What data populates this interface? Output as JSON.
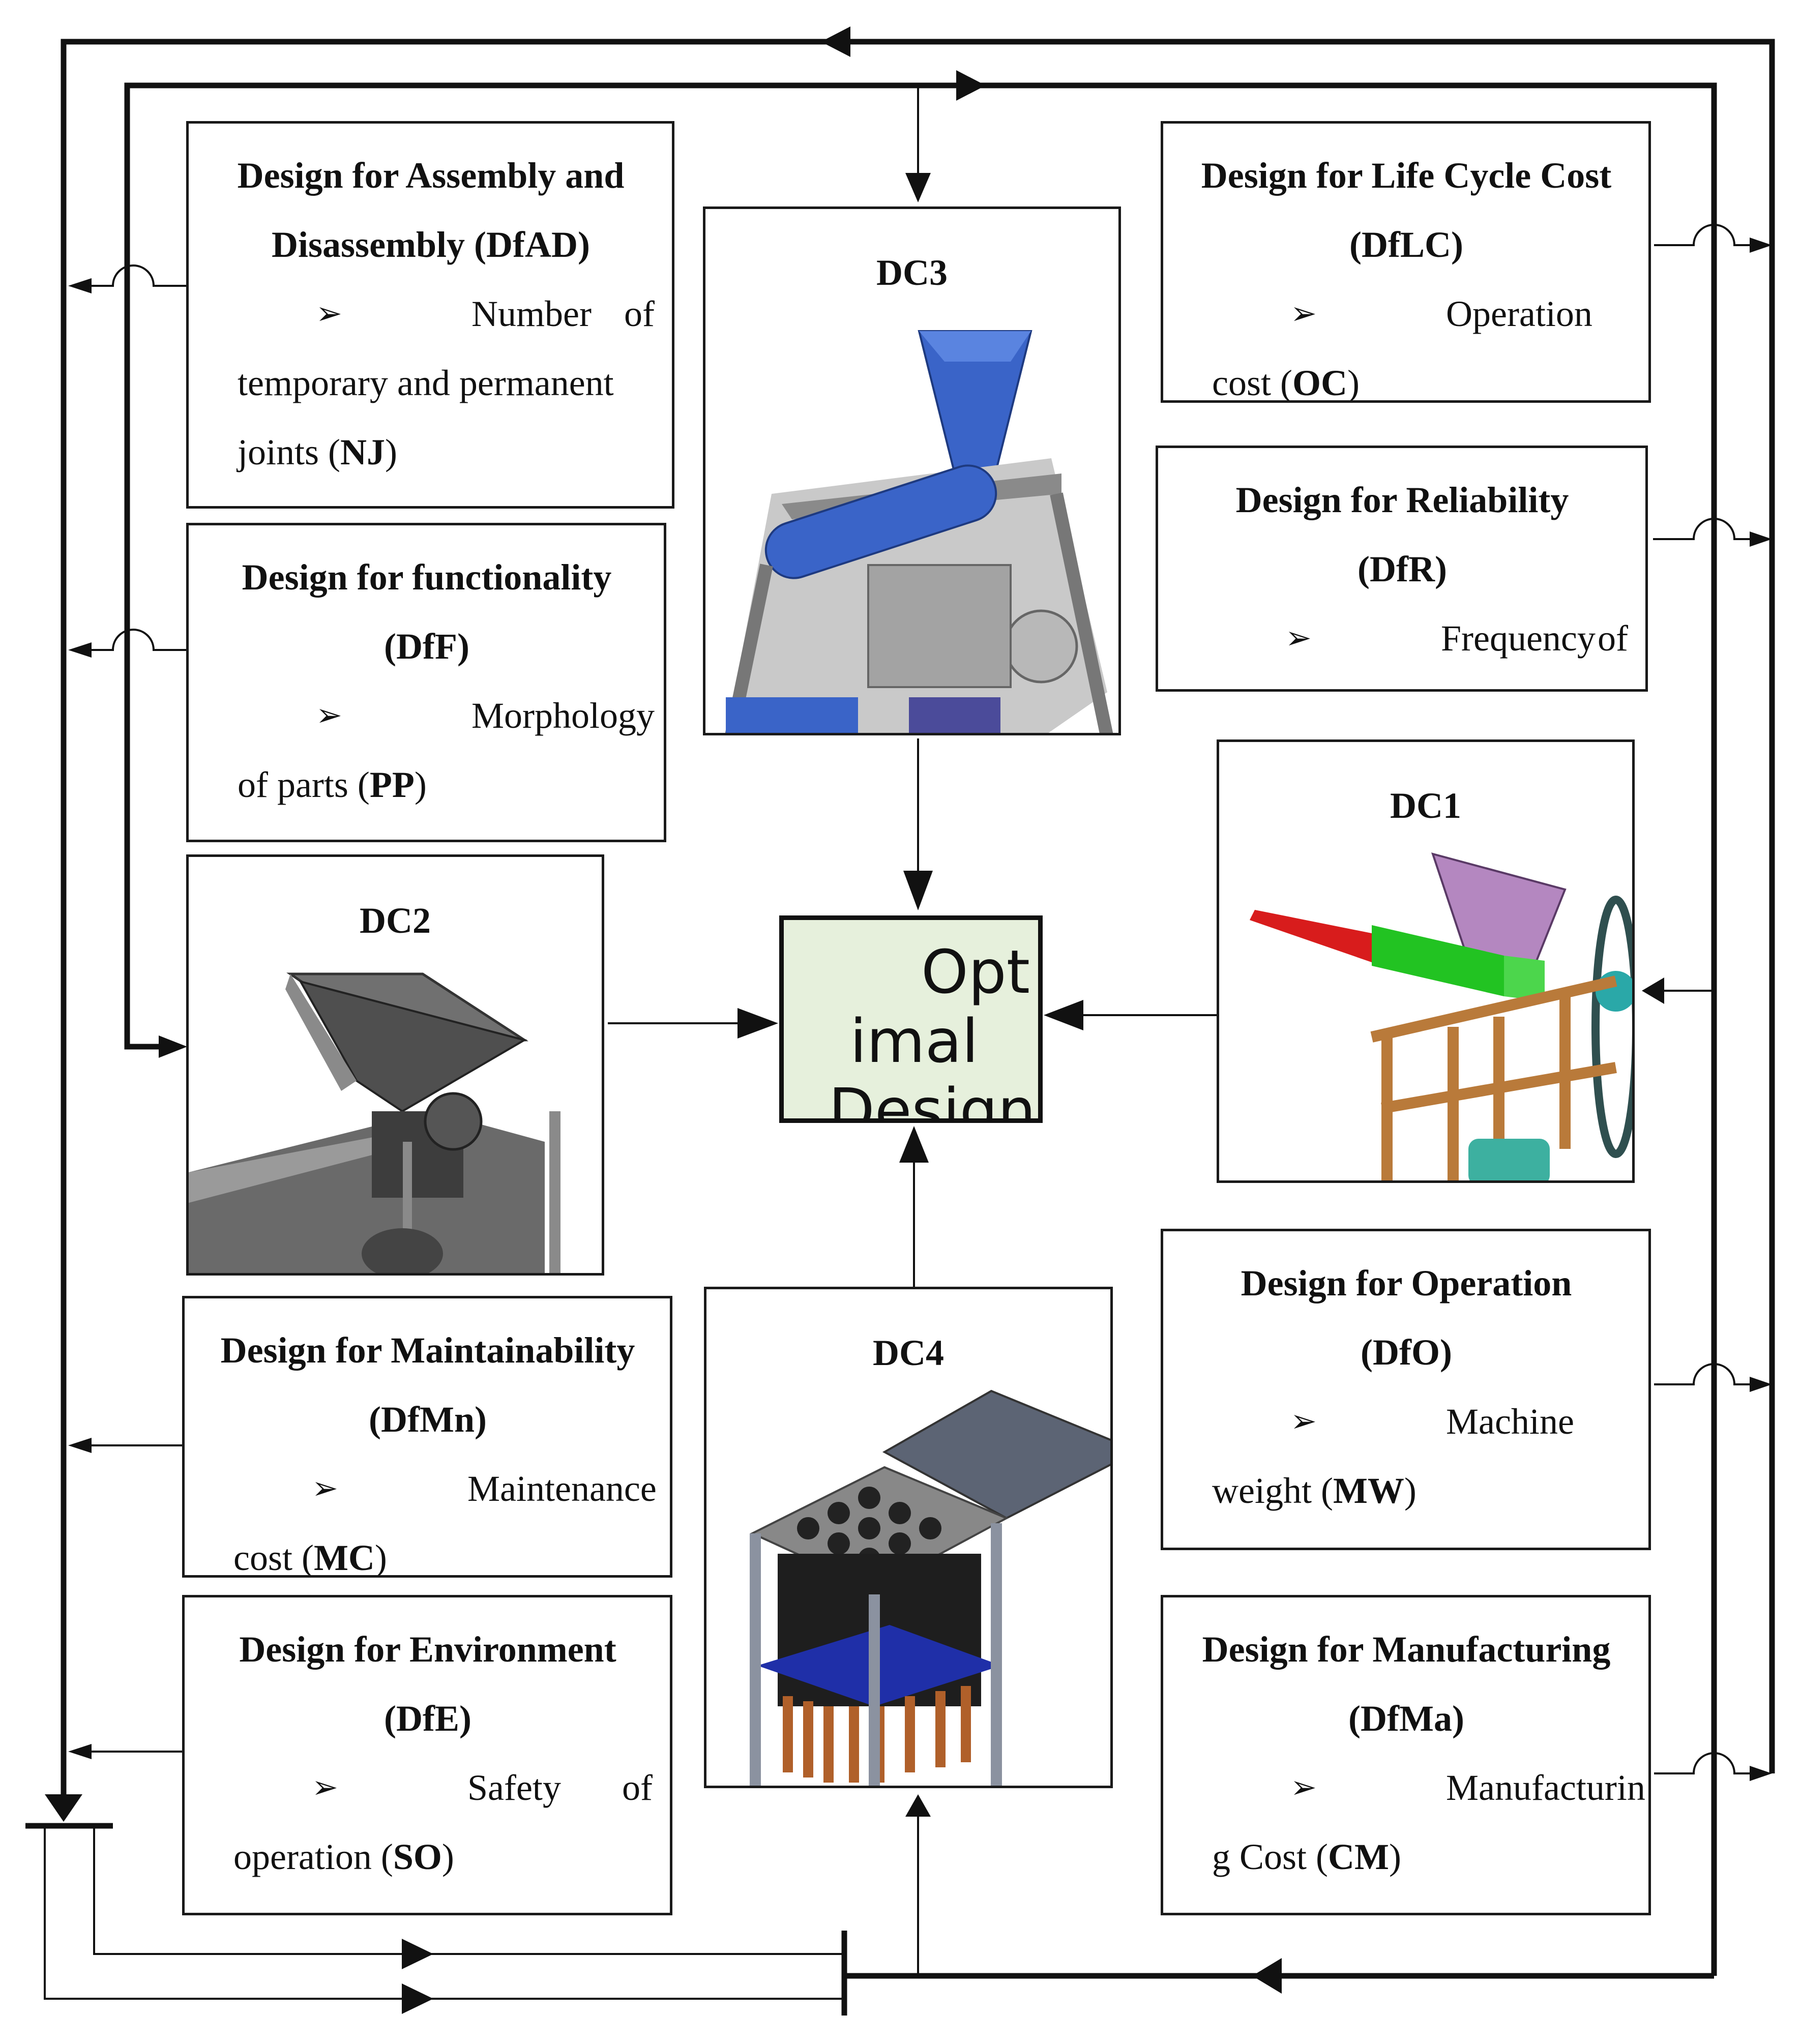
{
  "diagram": {
    "center": {
      "line1": "Opt",
      "line2": "imal",
      "line3": "Design"
    },
    "design_concepts": [
      {
        "id": "dc1",
        "label": "DC1"
      },
      {
        "id": "dc2",
        "label": "DC2"
      },
      {
        "id": "dc3",
        "label": "DC3"
      },
      {
        "id": "dc4",
        "label": "DC4"
      }
    ],
    "criteria": {
      "dfad": {
        "title1": "Design for Assembly and",
        "title2": "Disassembly (DfAD)",
        "b1": "Number",
        "b2": "of",
        "r1": "temporary  and  permanent",
        "r2a": "joints (",
        "r2b": "NJ",
        "r2c": ")"
      },
      "dff": {
        "title1": "Design for functionality",
        "title2": "(DfF)",
        "b1": "Morphology",
        "b2": "",
        "r1a": "of parts (",
        "r1b": "PP",
        "r1c": ")"
      },
      "dfmn": {
        "title1": "Design for Maintainability",
        "title2": "(DfMn)",
        "b1": "Maintenance",
        "b2": "",
        "r1a": "cost (",
        "r1b": "MC",
        "r1c": ")"
      },
      "dfe": {
        "title1": "Design for Environment",
        "title2": "(DfE)",
        "b1": "Safety",
        "b2": "of",
        "r1a": "operation (",
        "r1b": "SO",
        "r1c": ")"
      },
      "dflc": {
        "title1": "Design for Life Cycle Cost",
        "title2": "(DfLC)",
        "b1": "Operation",
        "b2": "",
        "r1a": "cost (",
        "r1b": "OC",
        "r1c": ")"
      },
      "dfr": {
        "title1": "Design for Reliability",
        "title2": "(DfR)",
        "b1": "Frequency",
        "b2": "of"
      },
      "dfo": {
        "title1": "Design for Operation",
        "title2": "(DfO)",
        "b1": "Machine",
        "b2": "",
        "r1a": "weight (",
        "r1b": "MW",
        "r1c": ")"
      },
      "dfma": {
        "title1": "Design for Manufacturing",
        "title2": "(DfMa)",
        "b1": "Manufacturin",
        "b2": "",
        "r1a": "g Cost (",
        "r1b": "CM",
        "r1c": ")"
      }
    },
    "bullet_symbol": "➢",
    "colors": {
      "optimal_fill": "#e6f0dc",
      "line": "#111111",
      "dc1_hopper": "#b487c0",
      "dc1_cone": "#d81c1c",
      "dc1_tube": "#22c322",
      "dc3_blue": "#3a64c8",
      "dc4_blue": "#1f2fa8",
      "dc4_rods": "#b0602a"
    }
  }
}
